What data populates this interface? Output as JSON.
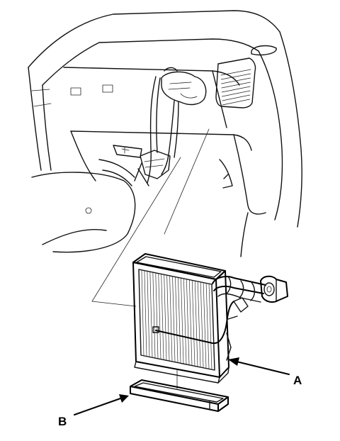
{
  "callouts": [
    {
      "id": "A",
      "label": "A"
    },
    {
      "id": "B",
      "label": "B"
    }
  ],
  "colors": {
    "line": "#111111",
    "background": "#ffffff"
  }
}
